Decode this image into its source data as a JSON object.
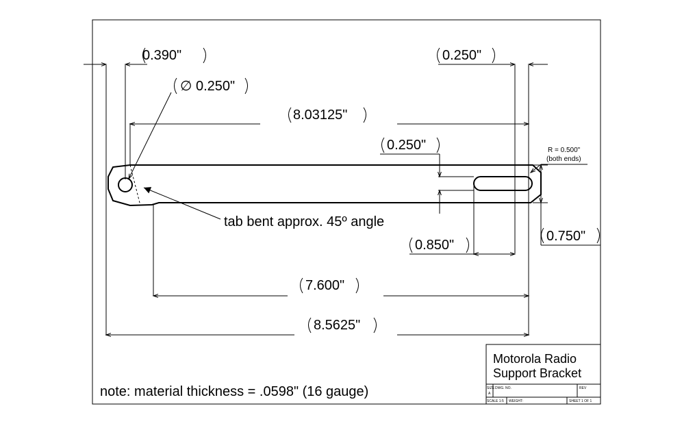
{
  "dimensions": {
    "tab_offset": "0.390\"",
    "hole_diameter": "0.250\"",
    "hole_to_end": "8.03125\"",
    "right_offset": "0.250\"",
    "slot_width": "0.250\"",
    "end_radius_line1": "R = 0.500\"",
    "end_radius_line2": "(both ends)",
    "slot_length": "0.850\"",
    "width": "0.750\"",
    "bottom_span": "7.600\"",
    "overall_length": "8.5625\"",
    "diameter_symbol": "∅"
  },
  "callout": "tab bent approx. 45º angle",
  "note": "note: material thickness = .0598\" (16 gauge)",
  "title_block": {
    "title_line1": "Motorola Radio",
    "title_line2": "Support Bracket",
    "fields": [
      "SIZE",
      "DWG. NO.",
      "REV",
      "A",
      "SCALE 1:5",
      "WEIGHT:",
      "SHEET 1 OF 1"
    ]
  }
}
